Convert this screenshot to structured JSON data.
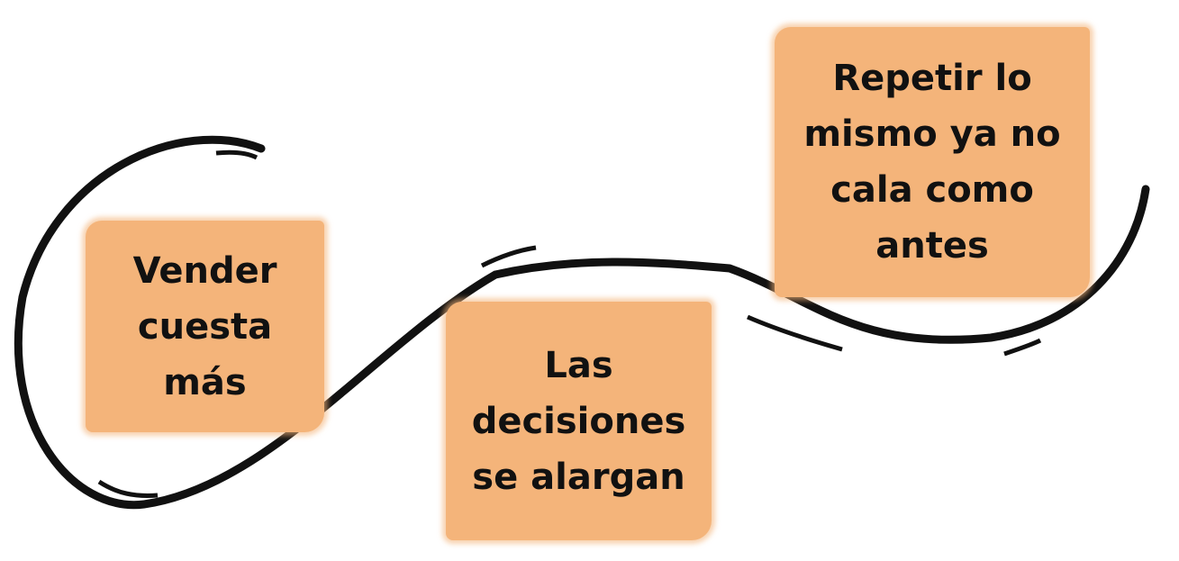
{
  "labels": {
    "a": "Vender cuesta más",
    "b": "Las decisiones se alargan",
    "c": "Repetir lo mismo ya no cala como antes"
  },
  "colors": {
    "highlight": "#f4b47a",
    "stroke": "#111111"
  }
}
